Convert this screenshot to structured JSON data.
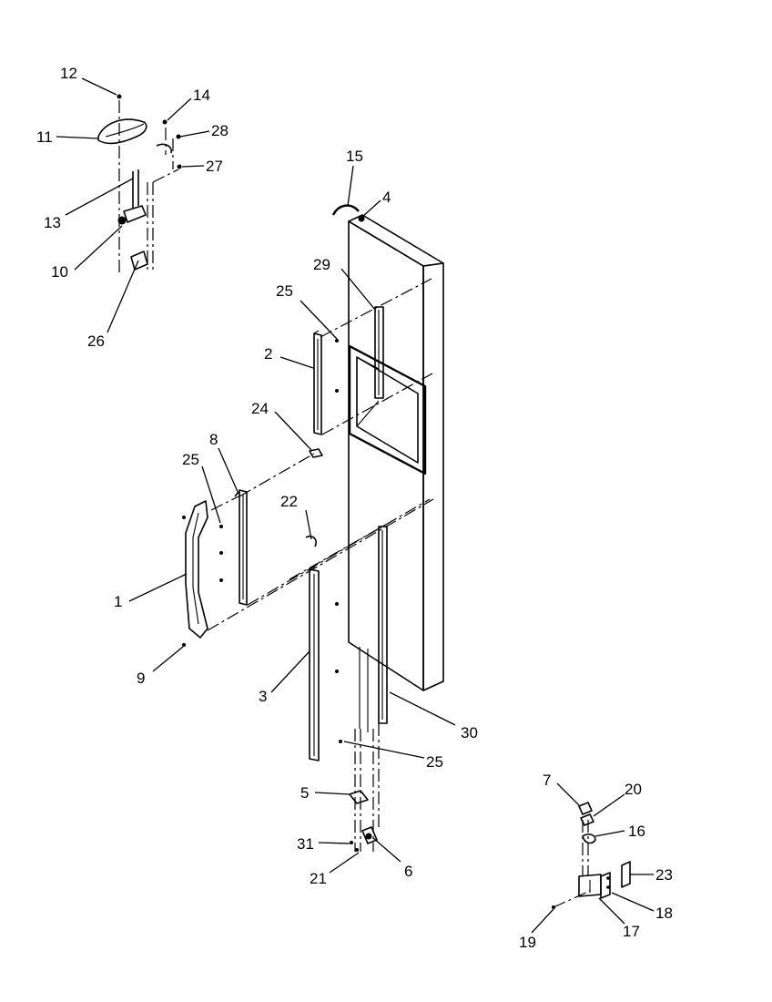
{
  "callouts": [
    {
      "id": "c1",
      "label": "1"
    },
    {
      "id": "c2",
      "label": "2"
    },
    {
      "id": "c3",
      "label": "3"
    },
    {
      "id": "c4",
      "label": "4"
    },
    {
      "id": "c5",
      "label": "5"
    },
    {
      "id": "c6",
      "label": "6"
    },
    {
      "id": "c7",
      "label": "7"
    },
    {
      "id": "c8",
      "label": "8"
    },
    {
      "id": "c9",
      "label": "9"
    },
    {
      "id": "c10",
      "label": "10"
    },
    {
      "id": "c11",
      "label": "11"
    },
    {
      "id": "c12",
      "label": "12"
    },
    {
      "id": "c13",
      "label": "13"
    },
    {
      "id": "c14",
      "label": "14"
    },
    {
      "id": "c15",
      "label": "15"
    },
    {
      "id": "c16",
      "label": "16"
    },
    {
      "id": "c17",
      "label": "17"
    },
    {
      "id": "c18",
      "label": "18"
    },
    {
      "id": "c19",
      "label": "19"
    },
    {
      "id": "c20",
      "label": "20"
    },
    {
      "id": "c21",
      "label": "21"
    },
    {
      "id": "c22",
      "label": "22"
    },
    {
      "id": "c23",
      "label": "23"
    },
    {
      "id": "c24",
      "label": "24"
    },
    {
      "id": "c25a",
      "label": "25"
    },
    {
      "id": "c25b",
      "label": "25"
    },
    {
      "id": "c25c",
      "label": "25"
    },
    {
      "id": "c26",
      "label": "26"
    },
    {
      "id": "c27",
      "label": "27"
    },
    {
      "id": "c28",
      "label": "28"
    },
    {
      "id": "c29",
      "label": "29"
    },
    {
      "id": "c30",
      "label": "30"
    },
    {
      "id": "c31",
      "label": "31"
    }
  ]
}
